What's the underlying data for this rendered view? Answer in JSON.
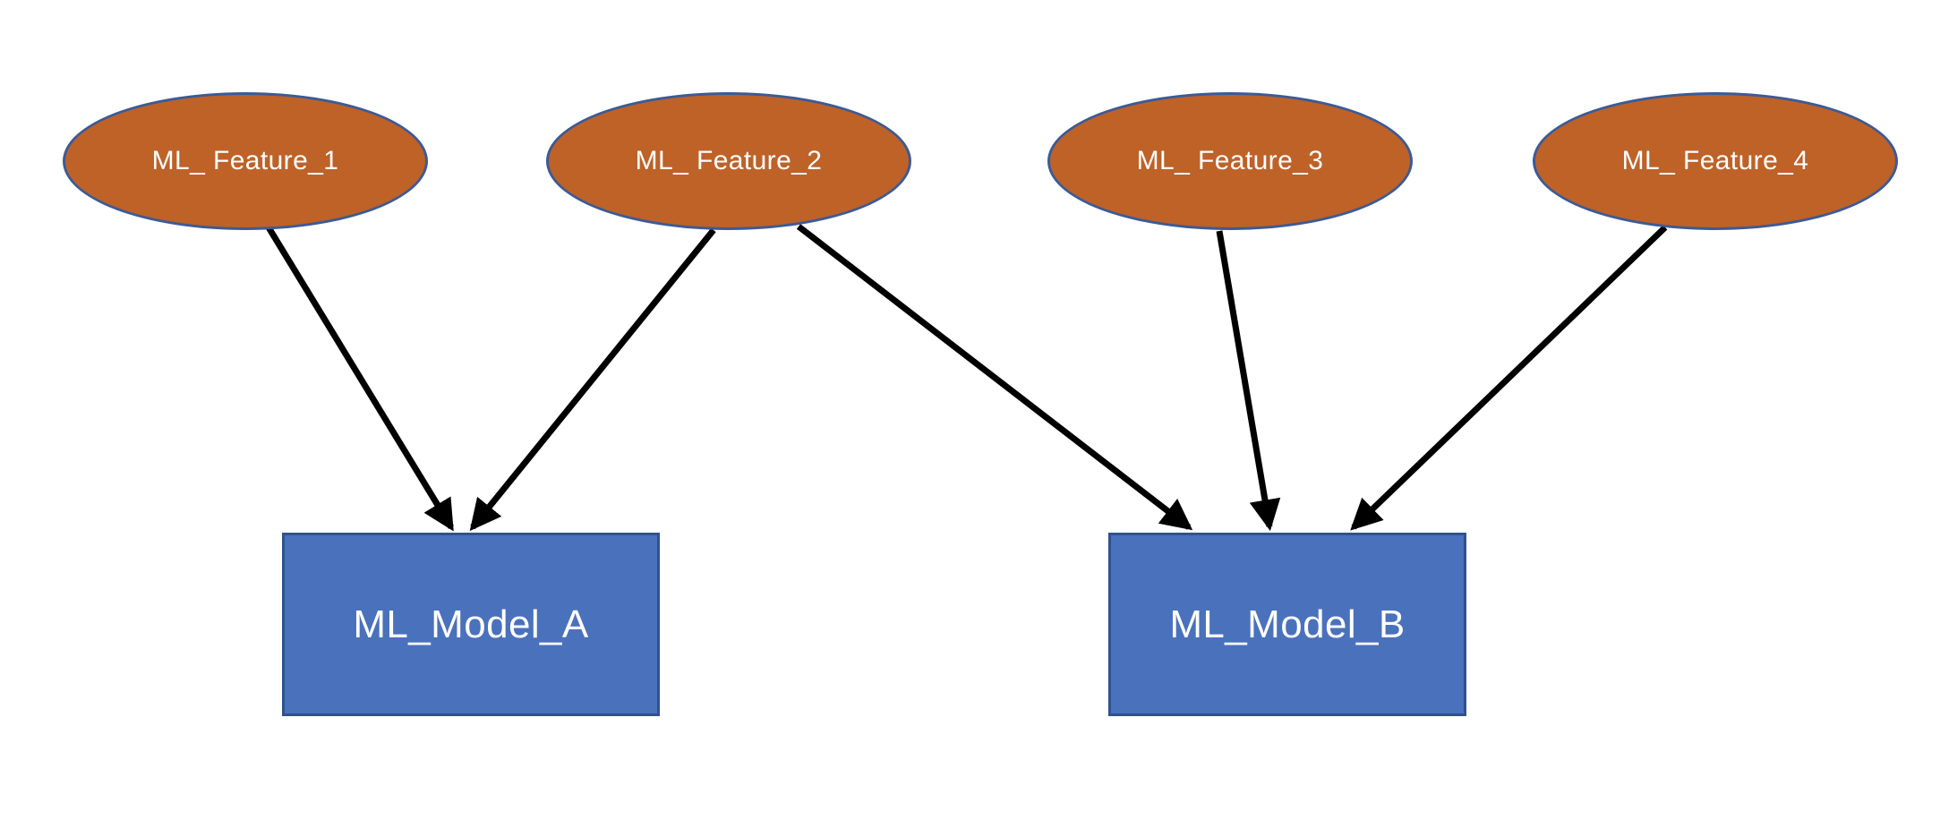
{
  "diagram": {
    "type": "dependency-graph",
    "nodes": {
      "features": [
        {
          "id": "ml_feature_1",
          "label": "ML_ Feature_1",
          "shape": "ellipse"
        },
        {
          "id": "ml_feature_2",
          "label": "ML_ Feature_2",
          "shape": "ellipse"
        },
        {
          "id": "ml_feature_3",
          "label": "ML_ Feature_3",
          "shape": "ellipse"
        },
        {
          "id": "ml_feature_4",
          "label": "ML_ Feature_4",
          "shape": "ellipse"
        }
      ],
      "models": [
        {
          "id": "ml_model_a",
          "label": "ML_Model_A",
          "shape": "rectangle"
        },
        {
          "id": "ml_model_b",
          "label": "ML_Model_B",
          "shape": "rectangle"
        }
      ]
    },
    "edges": [
      {
        "from": "ml_feature_1",
        "to": "ml_model_a",
        "style": "arrow"
      },
      {
        "from": "ml_feature_2",
        "to": "ml_model_a",
        "style": "arrow"
      },
      {
        "from": "ml_feature_2",
        "to": "ml_model_b",
        "style": "arrow"
      },
      {
        "from": "ml_feature_3",
        "to": "ml_model_b",
        "style": "arrow"
      },
      {
        "from": "ml_feature_4",
        "to": "ml_model_b",
        "style": "arrow"
      }
    ]
  },
  "colors": {
    "feature_fill": "#BE6228",
    "feature_border": "#3C5A96",
    "model_fill": "#4A71BC",
    "model_border": "#2F528F",
    "arrow": "#000000",
    "label_text": "#FFFFFF",
    "background": "#FFFFFF"
  }
}
